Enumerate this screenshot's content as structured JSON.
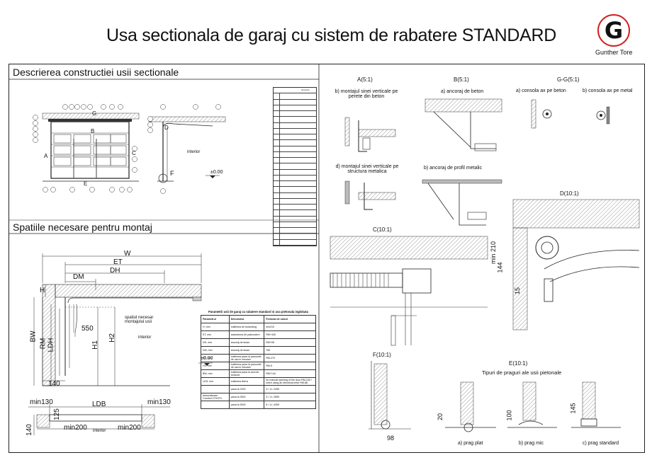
{
  "title": "Usa sectionala de garaj cu sistem de rabatere STANDARD",
  "logo": {
    "letter": "G",
    "brand": "Gunther Tore",
    "ring_color": "#d42020"
  },
  "sections": {
    "description": "Descrierea constructiei usii sectionale",
    "spaces": "Spatiile necesare pentru montaj"
  },
  "overview": {
    "labels": {
      "B": "B",
      "A": "A",
      "E": "E",
      "C": "C",
      "G": "G",
      "F": "F",
      "D": "D",
      "interior": "interior",
      "level": "±0.00"
    },
    "callouts_top": [
      "19",
      "20",
      "15",
      "14",
      "13",
      "12",
      "11",
      "10",
      "9",
      "8"
    ],
    "callouts_left": [
      "18",
      "17",
      "16",
      "9",
      "8"
    ],
    "callouts_bottom": [
      "1",
      "2",
      "3",
      "4",
      "5",
      "6",
      "7"
    ]
  },
  "legend_title": "Denumire",
  "details": {
    "A": {
      "title": "A(5:1)",
      "sub": "b) montajul sinei verticale pe perete din beton"
    },
    "B": {
      "title": "B(5:1)",
      "sub": "a) ancoraj de beton"
    },
    "GG": {
      "title": "G-G(5:1)",
      "sub_a": "a) consola ax pe beton",
      "sub_b": "b) consola ax pe metal"
    },
    "D_metal": {
      "sub": "d) montajul sinei verticale pe structura metalica"
    },
    "B_profile": {
      "sub": "b) ancoraj de profil metalic"
    },
    "C": {
      "title": "C(10:1)"
    },
    "D": {
      "title": "D(10:1)",
      "dim_210": "min 210",
      "dim_144": "144",
      "dim_15": "15"
    },
    "F": {
      "title": "F(10:1)",
      "dim_98": "98"
    },
    "E": {
      "title": "E(10:1)",
      "heading": "Tipuri de praguri ale usii pietonale",
      "dim_20": "20",
      "dim_100": "100",
      "dim_145": "145",
      "a": "a) prag plat",
      "b": "b) prag mic",
      "c": "c) prag standard"
    }
  },
  "section_view": {
    "W": "W",
    "ET": "ET",
    "DH": "DH",
    "DM": "DM",
    "H": "H",
    "BW": "BW",
    "RM": "RM",
    "LDH": "LDH",
    "H1": "H1",
    "H2": "H2",
    "d550": "550",
    "d140": "140",
    "note": "spatiul necesar montajului usii",
    "interior": "interior",
    "level": "±0.00"
  },
  "plan_view": {
    "LDB": "LDB",
    "min130_l": "min130",
    "min130_r": "min130",
    "d125": "125",
    "min200_l": "min200",
    "min200_r": "min200",
    "d140": "140",
    "interior": "interior"
  },
  "param_table": {
    "title": "Parametrii usii de garaj cu rabatere standard si usa pietonala inglobata",
    "headers": [
      "Parametrul",
      "Denumirea",
      "Formula de calcul"
    ],
    "rows": [
      [
        "H, mm",
        "inaltimea de buiandrug",
        "min210"
      ],
      [
        "ET, mm",
        "adancimea de patrundere",
        "RM+440"
      ],
      [
        "DH, mm",
        "ancoraj de tavan",
        "RM+65"
      ],
      [
        "DM, mm",
        "ancoraj de tavan",
        "760"
      ],
      [
        "H1, mm",
        "inaltimea pana la panourile de usa in miscare",
        "RM-270"
      ],
      [
        "H2, mm",
        "inaltimea pana la panourile de usa in miscare",
        "RM-5"
      ],
      [
        "BW, mm",
        "inaltimea pana la axul de torsiune",
        "RM+144"
      ],
      [
        "LDH, mm",
        "inaltimea libera",
        "for manual opening of the door RM-100 / when using an electrical drive RM-88"
      ],
      [
        "",
        "pana la 2200",
        "3 / 1:L  2289"
      ],
      [
        "Automatizare Comfort 270/370",
        "pana la 2500",
        "3 / 1:L  2659"
      ],
      [
        "",
        "pana la 3000",
        "5 / 1:L  4259"
      ]
    ]
  }
}
